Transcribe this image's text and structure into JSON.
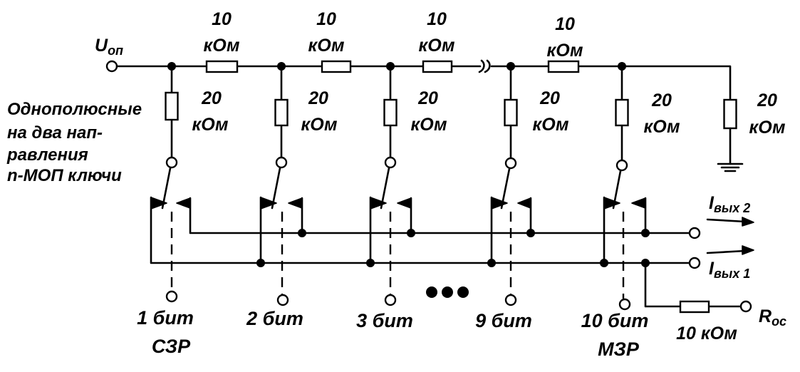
{
  "reference": {
    "symbol": "U",
    "subscript": "оп"
  },
  "series_resistors": [
    {
      "value": "10",
      "unit": "кОм"
    },
    {
      "value": "10",
      "unit": "кОм"
    },
    {
      "value": "10",
      "unit": "кОм"
    },
    {
      "value": "10",
      "unit": "кОм"
    }
  ],
  "shunt_resistors": [
    {
      "value": "20",
      "unit": "кОм"
    },
    {
      "value": "20",
      "unit": "кОм"
    },
    {
      "value": "20",
      "unit": "кОм"
    },
    {
      "value": "20",
      "unit": "кОм"
    },
    {
      "value": "20",
      "unit": "кОм"
    },
    {
      "value": "20",
      "unit": "кОм"
    }
  ],
  "switch_note": {
    "lines": [
      "Однополюсные",
      "на два нап-",
      "равления",
      "n-МОП ключи"
    ]
  },
  "outputs": [
    {
      "symbol": "I",
      "subscript": "вых 2"
    },
    {
      "symbol": "I",
      "subscript": "вых 1"
    }
  ],
  "bits": [
    {
      "label": "1 бит",
      "note": "СЗР"
    },
    {
      "label": "2 бит"
    },
    {
      "label": "3 бит"
    },
    {
      "label": "9 бит"
    },
    {
      "label": "10 бит",
      "note": "МЗР"
    }
  ],
  "feedback": {
    "resistor": "10 кОм",
    "symbol": "R",
    "subscript": "ос"
  }
}
